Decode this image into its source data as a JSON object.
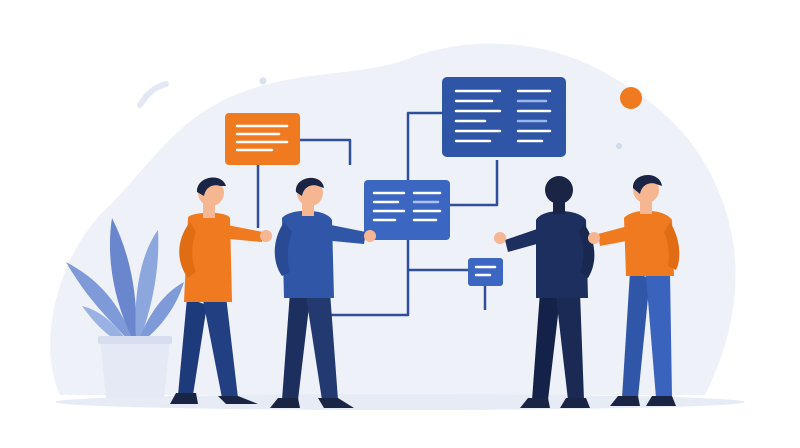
{
  "illustration": {
    "subject": "team-collaboration-flowchart",
    "text_present": false
  },
  "colors": {
    "background": "#ffffff",
    "backdrop": "#eef1f8",
    "accent_orange": "#f07a1f",
    "card_blue": "#3056a8",
    "card_blue_light": "#3b67c2",
    "navy": "#1d2f5e",
    "connector": "#2f4e9c",
    "plant": "#7e9ad8",
    "pot": "#e4e9f5",
    "skin": "#f6b691",
    "hair": "#1a2546"
  },
  "elements": {
    "cards": [
      "orange-note-card",
      "large-blue-card",
      "middle-blue-card",
      "small-blue-card"
    ],
    "people": [
      "person-orange-shirt-left",
      "person-blue-shirt-presenting",
      "person-navy-shirt-back",
      "person-orange-shirt-right"
    ],
    "decor": [
      "potted-plant",
      "orange-dot",
      "background-blob"
    ]
  }
}
